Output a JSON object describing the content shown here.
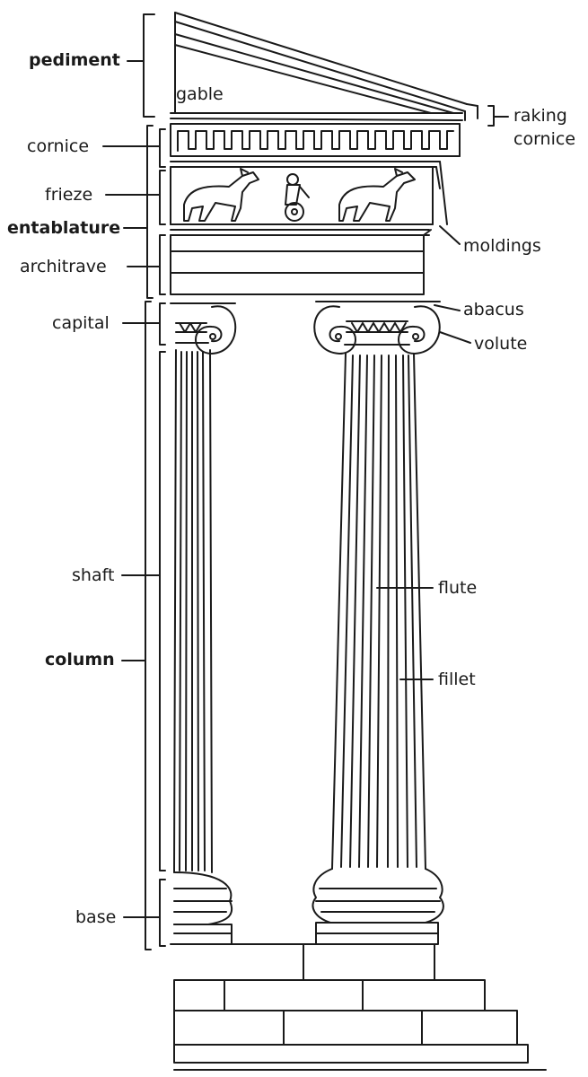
{
  "labels": {
    "pediment": "pediment",
    "gable": "gable",
    "raking_cornice_1": "raking",
    "raking_cornice_2": "cornice",
    "cornice": "cornice",
    "frieze": "frieze",
    "entablature": "entablature",
    "architrave": "architrave",
    "moldings": "moldings",
    "capital": "capital",
    "abacus": "abacus",
    "volute": "volute",
    "shaft": "shaft",
    "column": "column",
    "flute": "flute",
    "fillet": "fillet",
    "base": "base"
  }
}
